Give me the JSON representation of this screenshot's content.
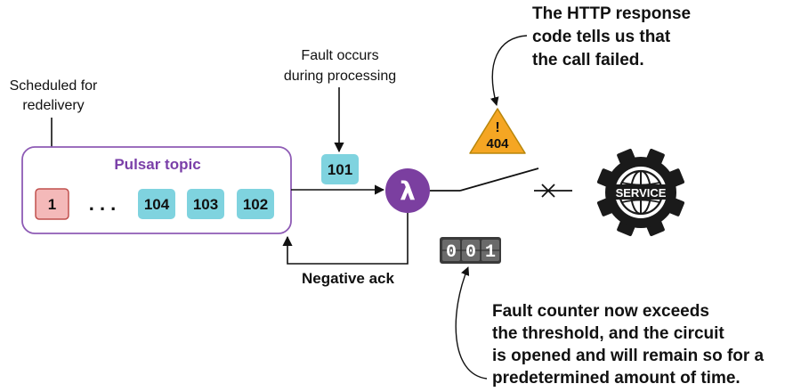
{
  "labels": {
    "scheduled_line1": "Scheduled for",
    "scheduled_line2": "redelivery",
    "fault_line1": "Fault occurs",
    "fault_line2": "during processing",
    "pulsar_topic": "Pulsar topic",
    "negative_ack": "Negative ack",
    "http_line1": "The HTTP response",
    "http_line2": "code tells us that",
    "http_line3": "the call failed.",
    "counter_line1": "Fault counter now exceeds",
    "counter_line2": "the threshold, and the circuit",
    "counter_line3": "is opened and will remain so for a",
    "counter_line4": "predetermined amount of time."
  },
  "messages": {
    "redelivery": "1",
    "ellipsis": ". . .",
    "queue": [
      "104",
      "103",
      "102"
    ],
    "in_flight": "101"
  },
  "function_symbol": "λ",
  "warning": {
    "mark": "!",
    "code": "404"
  },
  "service_label": "SERVICE",
  "fault_counter": [
    "0",
    "0",
    "1"
  ],
  "colors": {
    "topic_border": "#8e5bb5",
    "topic_title": "#7a3fa8",
    "message_fill": "#7fd3df",
    "redelivery_fill": "#f4b9b9",
    "redelivery_border": "#c0504d",
    "lambda_fill": "#7b3fa0",
    "warning_fill": "#f5a623",
    "gear_fill": "#1a1a1a",
    "counter_fill": "#5a5a5a"
  }
}
